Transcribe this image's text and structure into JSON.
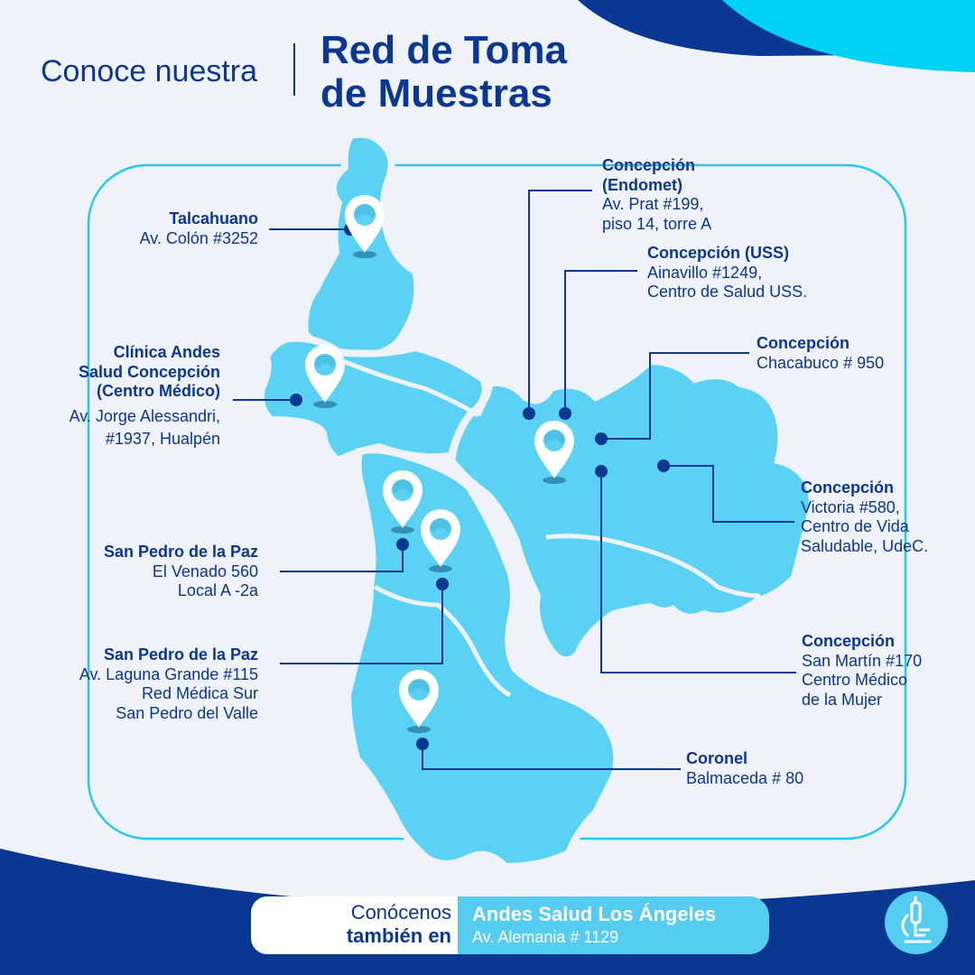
{
  "header": {
    "lead": "Conoce nuestra",
    "title_line1": "Red de Toma",
    "title_line2": "de Muestras"
  },
  "locations": [
    {
      "name": "Talcahuano",
      "address": [
        "Av. Colón #3252"
      ]
    },
    {
      "name_lines": [
        "Clínica Andes",
        "Salud Concepción",
        "(Centro Médico)"
      ],
      "address": [
        "Av. Jorge Alessandri,",
        "#1937, Hualpén"
      ]
    },
    {
      "name": "San Pedro de la Paz",
      "address": [
        "El Venado 560",
        "Local A -2a"
      ]
    },
    {
      "name": "San Pedro de la Paz",
      "address": [
        "Av. Laguna Grande #115",
        "Red Médica Sur",
        "San Pedro del Valle"
      ]
    },
    {
      "name_lines": [
        "Concepción",
        "(Endomet)"
      ],
      "address": [
        "Av. Prat #199,",
        "piso 14, torre A"
      ]
    },
    {
      "name": "Concepción (USS)",
      "address": [
        "Ainavillo #1249,",
        "Centro de Salud USS."
      ]
    },
    {
      "name": "Concepción",
      "address": [
        "Chacabuco # 950"
      ]
    },
    {
      "name": "Concepción",
      "address": [
        "Victoria #580,",
        "Centro de Vida",
        "Saludable, UdeC."
      ]
    },
    {
      "name": "Concepción",
      "address": [
        "San Martín #170",
        "Centro Médico",
        "de la Mujer"
      ]
    },
    {
      "name": "Coronel",
      "address": [
        "Balmaceda # 80"
      ]
    }
  ],
  "footer": {
    "lead_line1": "Conócenos",
    "lead_line2": "también en",
    "branch_name": "Andes Salud Los Ángeles",
    "branch_address": "Av. Alemania # 1129",
    "icon": "microscope-icon"
  },
  "colors": {
    "navy": "#0a3791",
    "map_fill": "#5bd2f3",
    "accent_cyan": "#00d2f5",
    "background": "#eff3f9"
  }
}
